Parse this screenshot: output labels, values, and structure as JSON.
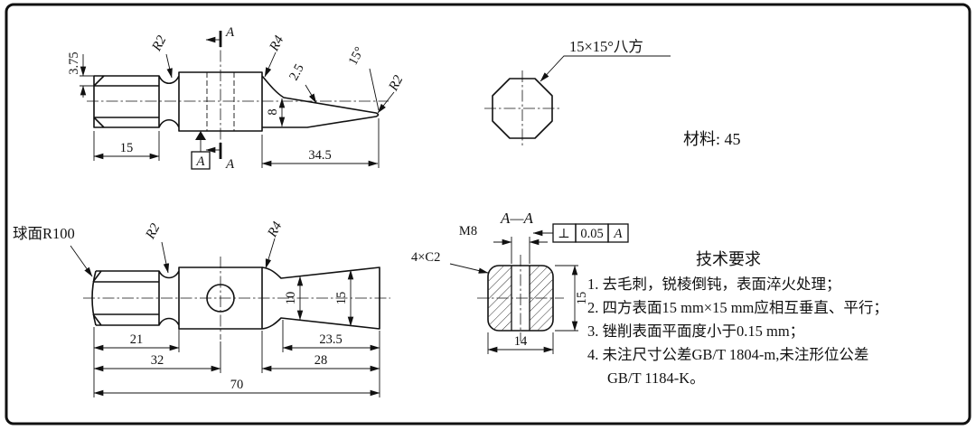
{
  "drawing": {
    "side_view": {
      "dim_375": "3.75",
      "dim_15": "15",
      "dim_345": "34.5",
      "dim_8": "8",
      "dim_25": "2.5",
      "angle_15": "15°",
      "r2_groove": "R2",
      "r4_shoulder": "R4",
      "r2_tip": "R2",
      "section_label": "A",
      "datum_label": "A"
    },
    "octagon": {
      "callout": "15×15°八方"
    },
    "material_label": "材料: 45",
    "plan_view": {
      "sphere_callout": "球面R100",
      "r2": "R2",
      "r4": "R4",
      "dim_10": "10",
      "dim_15": "15",
      "dim_21": "21",
      "dim_32": "32",
      "dim_235": "23.5",
      "dim_28": "28",
      "dim_70": "70"
    },
    "section_view": {
      "title": "A—A",
      "thread": "M8",
      "chamfer": "4×C2",
      "tol_symbol": "⊥",
      "tol_value": "0.05",
      "tol_datum": "A",
      "dim_14": "14",
      "dim_15": "15"
    },
    "tech_req": {
      "title": "技术要求",
      "items": [
        "1. 去毛刺，锐棱倒钝，表面淬火处理；",
        "2. 四方表面15 mm×15 mm应相互垂直、平行；",
        "3. 锉削表面平面度小于0.15 mm；",
        "4. 未注尺寸公差GB/T 1804-m,未注形位公差",
        "GB/T 1184-K。"
      ]
    }
  }
}
